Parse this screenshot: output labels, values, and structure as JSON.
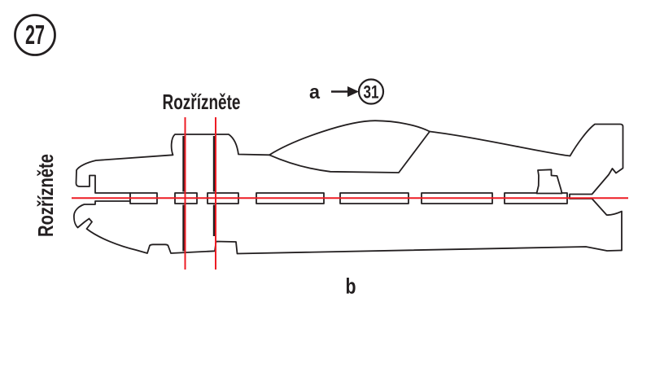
{
  "colors": {
    "ink": "#231f20",
    "cut": "#ed1c24",
    "background": "#ffffff"
  },
  "badges": {
    "step_number": "27",
    "ref_number": "31"
  },
  "labels": {
    "cut_instruction_top": "Rozřízněte",
    "cut_instruction_left": "Rozřízněte",
    "detail_a": "a",
    "detail_b": "b"
  },
  "icons": {
    "arrow_right_icon": "→"
  }
}
